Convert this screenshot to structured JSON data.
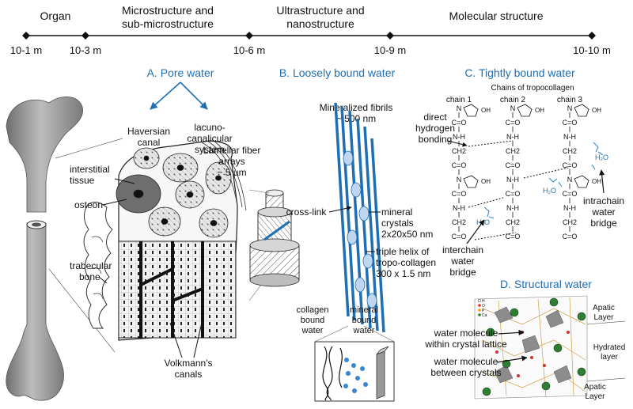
{
  "scale": {
    "levels": [
      "Organ",
      "Microstructure and sub-microstructure",
      "Ultrastructure and nanostructure",
      "Molecular structure"
    ],
    "ticks": [
      "10-1 m",
      "10-3 m",
      "10-6 m",
      "10-9 m",
      "10-10 m"
    ]
  },
  "sections": {
    "a": "A. Pore water",
    "b": "B. Loosely bound water",
    "c": "C. Tightly bound water",
    "d": "D. Structural water"
  },
  "labels": {
    "haversian": [
      "Haversian",
      "canal"
    ],
    "lacuno": [
      "lacuno-",
      "canalicular",
      "system"
    ],
    "interstitial": [
      "interstitial",
      "tissue"
    ],
    "osteon": "osteon",
    "trabecular": [
      "trabecular",
      "bone"
    ],
    "volkmann": [
      "Volkmann's",
      "canals"
    ],
    "lamellar": [
      "Lamellar fiber",
      "arrays",
      "~ 5  µm"
    ],
    "fibrils": [
      "Mineralized fibrils",
      "~ 500 nm"
    ],
    "crosslink": "cross-link",
    "mineral_crystals": [
      "mineral",
      "crystals",
      "2x20x50 nm"
    ],
    "triple_helix": [
      "triple helix of",
      "tropo-collagen",
      "300 x 1.5 nm"
    ],
    "collagen_bound": [
      "collagen",
      "bound",
      "water"
    ],
    "mineral_bound": [
      "mineral",
      "bound",
      "water"
    ],
    "chains_title": "Chains of tropocollagen",
    "chain_names": [
      "chain 1",
      "chain 2",
      "chain 3"
    ],
    "direct_bonding": [
      "direct",
      "hydrogen",
      "bonding"
    ],
    "intrachain": [
      "intrachain",
      "water",
      "bridge"
    ],
    "interchain": [
      "interchain",
      "water",
      "bridge"
    ],
    "water_lattice": [
      "water molecule",
      "within crystal lattice"
    ],
    "water_between": [
      "water molecule",
      "between crystals"
    ],
    "apatic_top": [
      "Apatic",
      "Layer"
    ],
    "hydrated": [
      "Hydrated",
      "layer"
    ],
    "apatic_bottom": [
      "Apatic",
      "Layer"
    ]
  },
  "chem": {
    "chain1": [
      "N",
      "C=O",
      "N-H",
      "CH2",
      "C=O",
      "N",
      "C=O",
      "N-H",
      "CH2",
      "C=O"
    ],
    "chain2": [
      "N",
      "C=O",
      "N-H",
      "CH2",
      "C=O",
      "N-H",
      "C=O",
      "N-H",
      "CH2",
      "C=O"
    ],
    "chain3": [
      "N",
      "C=O",
      "N-H",
      "CH2",
      "C=O",
      "N",
      "C=O",
      "N-H",
      "CH2",
      "C=O"
    ],
    "oh": "OH"
  },
  "legend_d": [
    "H",
    "O",
    "P",
    "Ca"
  ],
  "colors": {
    "accent_blue": "#1f6fb5",
    "water_blue": "#3a86d0",
    "bone_gray": "#8a8a8a",
    "crystal_green": "#2e7d32"
  }
}
